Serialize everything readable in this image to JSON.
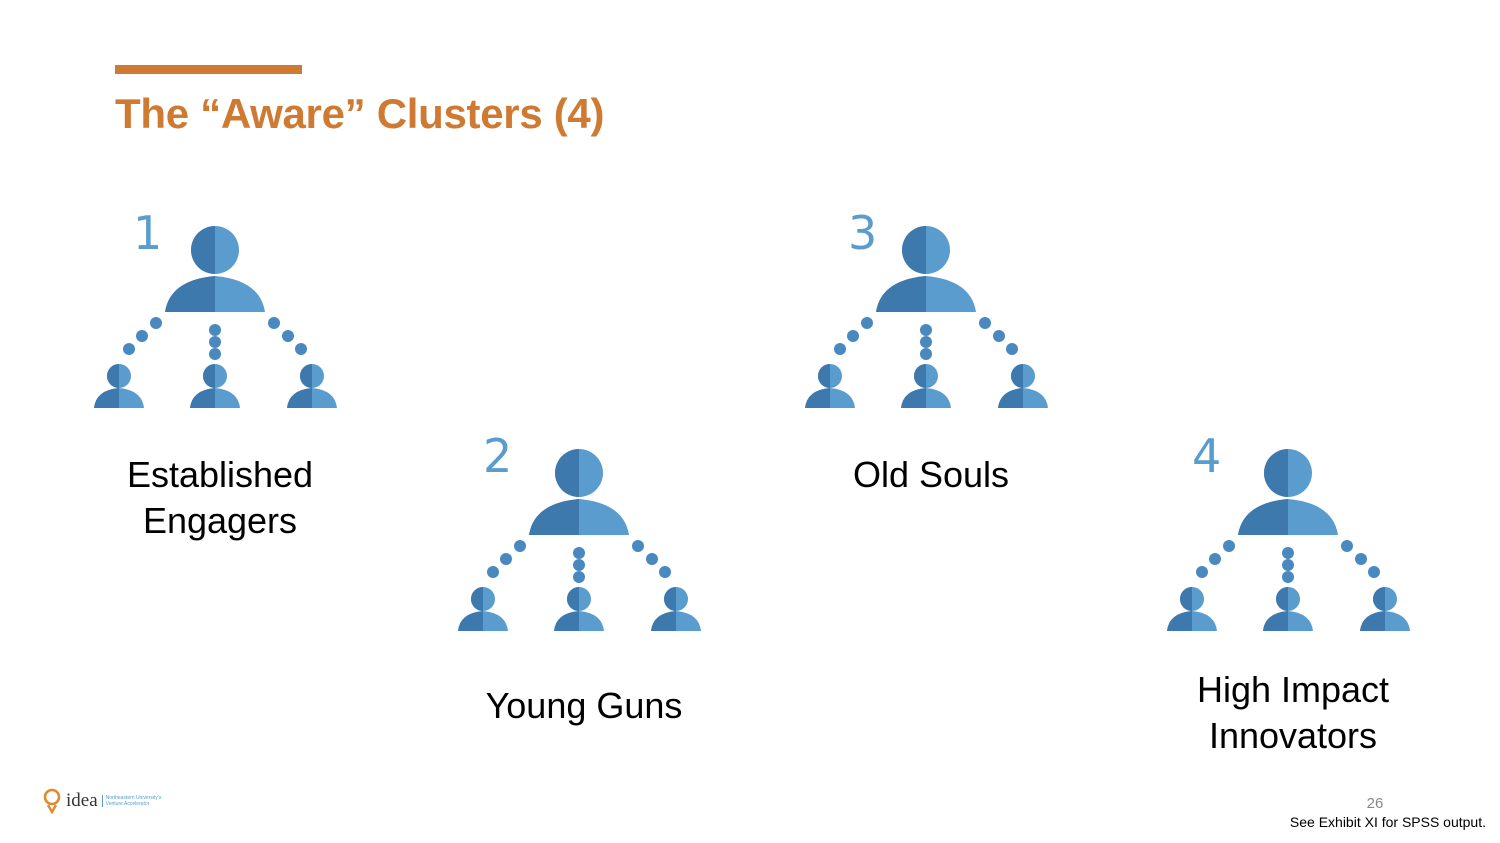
{
  "slide": {
    "title": "The “Aware” Clusters (4)",
    "page_number": "26",
    "footnote": "See Exhibit XI for SPSS output."
  },
  "logo": {
    "wordmark": "idea",
    "tagline_line1": "Northeastern University's",
    "tagline_line2": "Venture Accelerator"
  },
  "clusters": [
    {
      "number": "1",
      "label_line1": "Established",
      "label_line2": "Engagers"
    },
    {
      "number": "2",
      "label_line1": "Young Guns",
      "label_line2": ""
    },
    {
      "number": "3",
      "label_line1": "Old Souls",
      "label_line2": ""
    },
    {
      "number": "4",
      "label_line1": "High Impact",
      "label_line2": "Innovators"
    }
  ],
  "colors": {
    "accent": "#cf7a32",
    "icon_light": "#5b9ccf",
    "icon_dark": "#3d79ad"
  }
}
